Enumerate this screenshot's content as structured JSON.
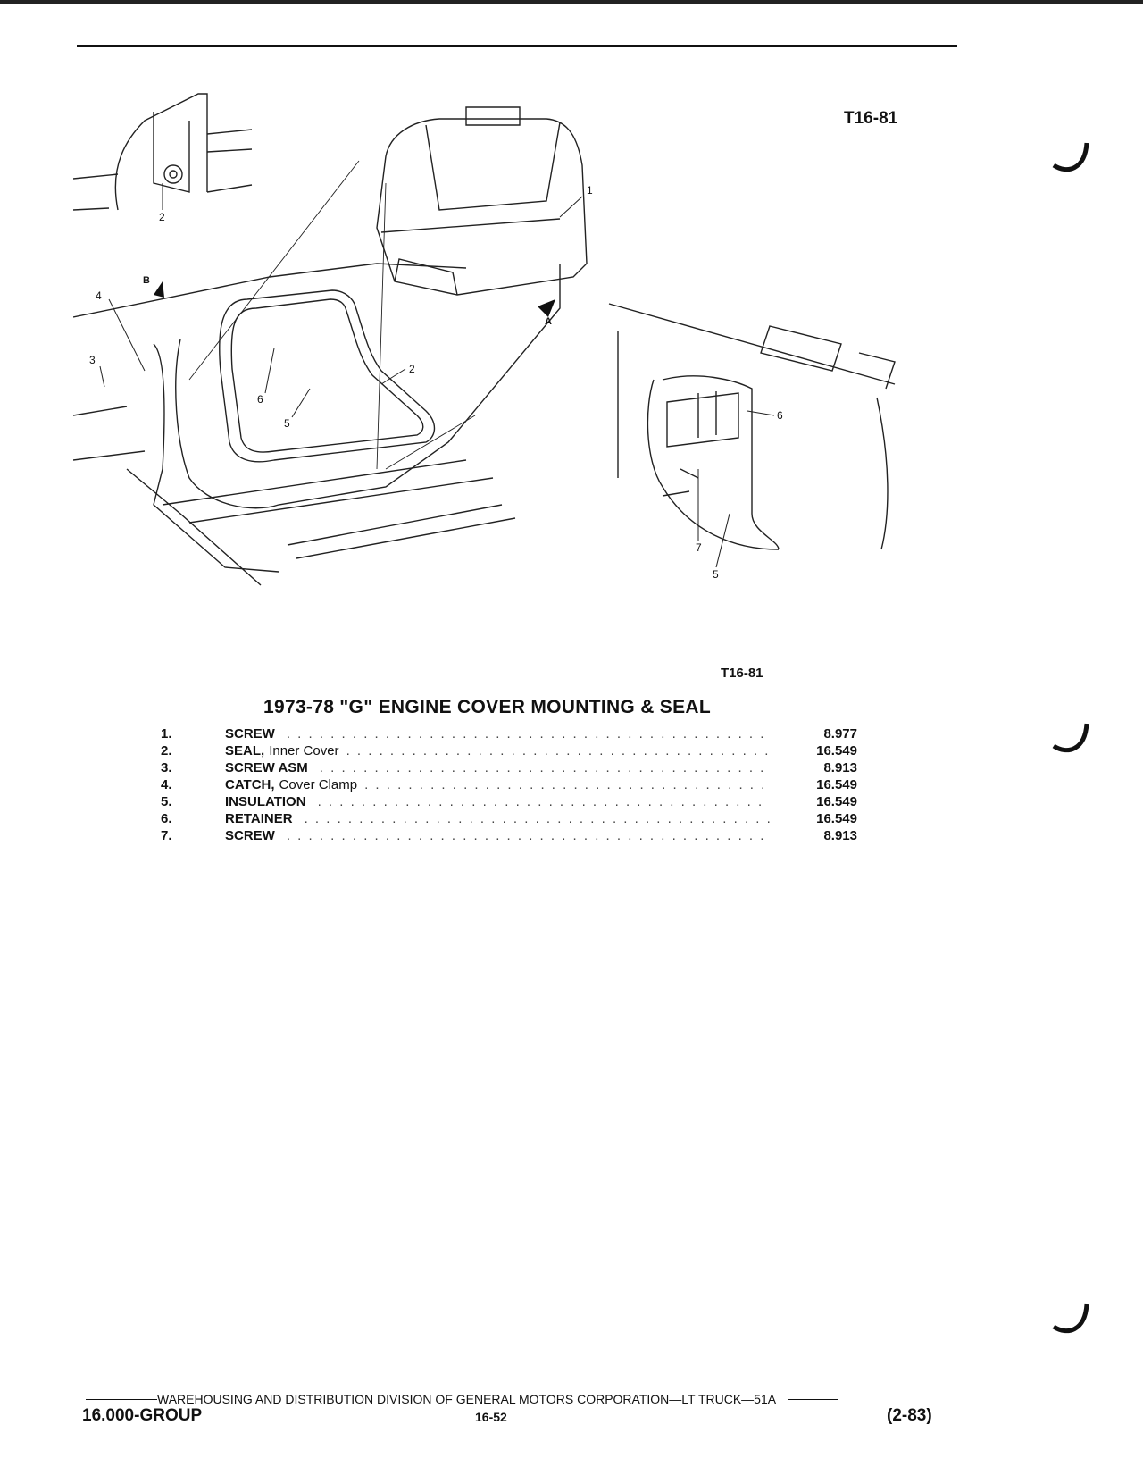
{
  "figure": {
    "code_top": "T16-81",
    "code_bottom": "T16-81",
    "callouts": [
      "1",
      "2",
      "2",
      "3",
      "4",
      "5",
      "5",
      "6",
      "6",
      "7"
    ],
    "arrow_labels": [
      "A",
      "B"
    ]
  },
  "parts_list": {
    "title": "1973-78 \"G\" ENGINE COVER MOUNTING & SEAL",
    "items": [
      {
        "num": "1.",
        "name": "SCREW",
        "extra": "",
        "code": "8.977"
      },
      {
        "num": "2.",
        "name": "SEAL,",
        "extra": "Inner Cover",
        "code": "16.549"
      },
      {
        "num": "3.",
        "name": "SCREW ASM",
        "extra": "",
        "code": "8.913"
      },
      {
        "num": "4.",
        "name": "CATCH,",
        "extra": "Cover Clamp",
        "code": "16.549"
      },
      {
        "num": "5.",
        "name": "INSULATION",
        "extra": "",
        "code": "16.549"
      },
      {
        "num": "6.",
        "name": "RETAINER",
        "extra": "",
        "code": "16.549"
      },
      {
        "num": "7.",
        "name": "SCREW",
        "extra": "",
        "code": "8.913"
      }
    ]
  },
  "footer": {
    "line": "WAREHOUSING AND DISTRIBUTION  DIVISION OF GENERAL MOTORS CORPORATION—LT TRUCK—51A",
    "group": "16.000-GROUP",
    "page": "16-52",
    "date": "(2-83)"
  }
}
